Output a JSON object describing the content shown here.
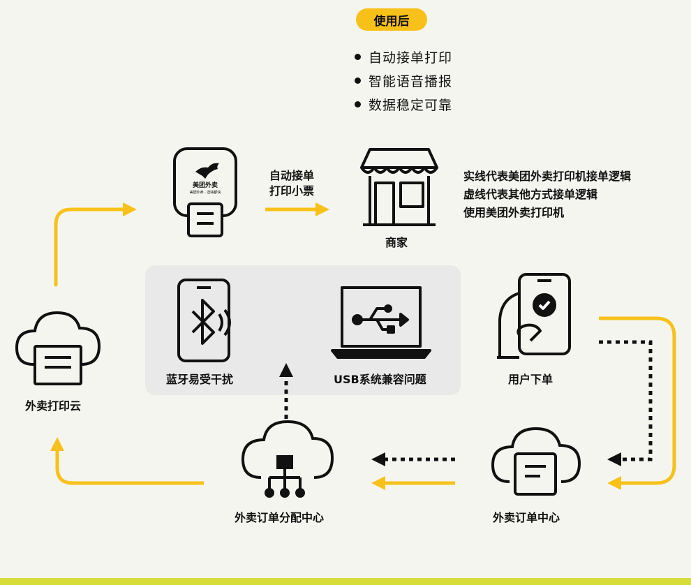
{
  "header": {
    "badge": "使用后",
    "bullets": [
      "自动接单打印",
      "智能语音播报",
      "数据稳定可靠"
    ]
  },
  "legend": {
    "lines": [
      "实线代表美团外卖打印机接单逻辑",
      "虚线代表其他方式接单逻辑",
      "使用美团外卖打印机"
    ]
  },
  "nodes": {
    "printer_brand": "美团外卖",
    "printer_brand_sub": "美团外卖 · 送啥都快",
    "merchant": "商家",
    "print_cloud": "外卖打印云",
    "user_order": "用户下单",
    "order_center": "外卖订单中心",
    "dispatch_center": "外卖订单分配中心"
  },
  "arrow_label": {
    "line1": "自动接单",
    "line2": "打印小票"
  },
  "issues": {
    "bluetooth": "蓝牙易受干扰",
    "usb": "USB系统兼容问题"
  },
  "colors": {
    "accent": "#f7c11a",
    "ink": "#111111",
    "panel": "#e9e9e9",
    "background": "#f5f5f0",
    "bottom_bar": "#d6dd3a"
  }
}
